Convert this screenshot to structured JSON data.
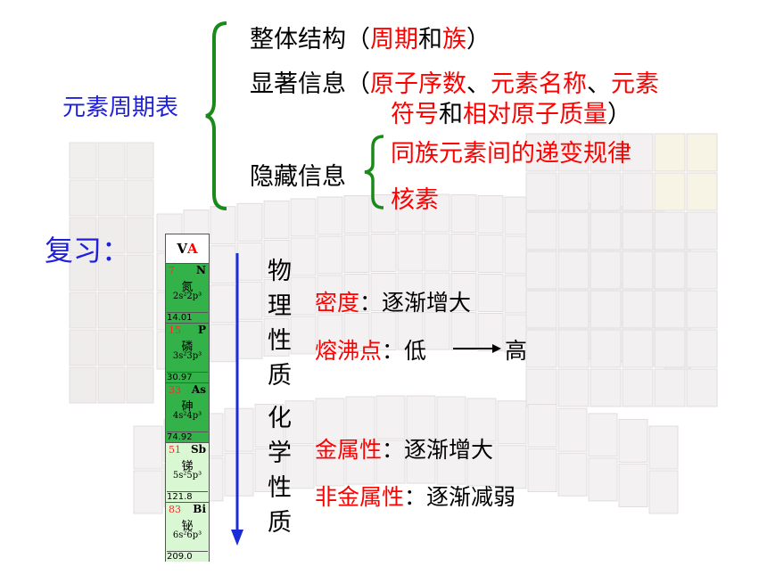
{
  "title": "元素周期表",
  "review": "复习：",
  "summary": {
    "line1": {
      "a": "整体结构（",
      "b": "周期",
      "c": "和",
      "d": "族",
      "e": "）"
    },
    "line2": {
      "a": "显著信息（",
      "b": "原子序数",
      "c": "、",
      "d": "元素名称",
      "e": "、",
      "f": "元素"
    },
    "line3": {
      "a": "符号",
      "b": "和",
      "c": "相对原子质量",
      "d": "）"
    },
    "hidden_label": "隐藏信息",
    "hidden_items": [
      "同族元素间的递变规律",
      "核素"
    ]
  },
  "group_header": {
    "a": "V",
    "b": "A"
  },
  "elements": [
    {
      "number": "7",
      "symbol": "N",
      "name": "氮",
      "config": "2s²2p³",
      "mass": "14.01"
    },
    {
      "number": "15",
      "symbol": "P",
      "name": "磷",
      "config": "3s²3p³",
      "mass": "30.97"
    },
    {
      "number": "33",
      "symbol": "As",
      "name": "砷",
      "config": "4s²4p³",
      "mass": "74.92"
    },
    {
      "number": "51",
      "symbol": "Sb",
      "name": "锑",
      "config": "5s²5p³",
      "mass": "121.8"
    },
    {
      "number": "83",
      "symbol": "Bi",
      "name": "铋",
      "config": "6s²6p³",
      "mass": "209.0"
    }
  ],
  "physical": {
    "label": [
      "物",
      "理",
      "性",
      "质"
    ],
    "density_label": "密度",
    "density_value": "：逐渐增大",
    "melting_label": "熔沸点",
    "melting_from": "：低",
    "melting_to": "高"
  },
  "chemical": {
    "label": [
      "化",
      "学",
      "性",
      "质"
    ],
    "metal_label": "金属性",
    "metal_value": "：逐渐增大",
    "nonmetal_label": "非金属性",
    "nonmetal_value": "：逐渐减弱"
  },
  "colors": {
    "title": "#1f1fdc",
    "highlight": "#ff0000",
    "brace": "#1a8a1a",
    "arrow": "#1b2bd6"
  }
}
